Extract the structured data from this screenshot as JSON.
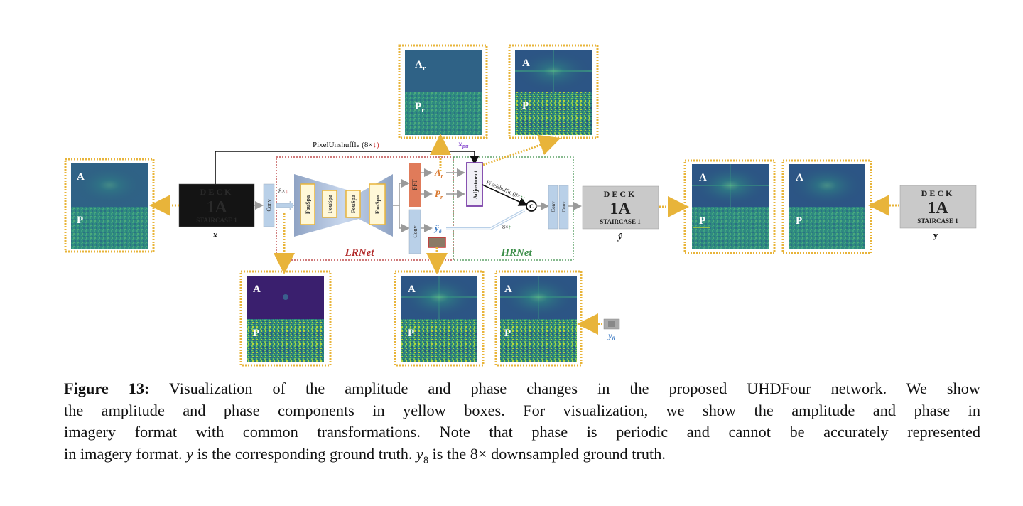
{
  "figure": {
    "labels": {
      "pixel_unshuffle": "PixelUnshuffle (8×",
      "pixel_unshuffle_arrow": "↓)",
      "x_pu": "x",
      "x_pu_sub": "pu",
      "down8": "8×",
      "down8_arrow": "↓",
      "up8": "8×",
      "up8_arrow": "↑",
      "pixelshuffle": "Pixelshuffle (8×",
      "pixelshuffle_arrow": "↑)",
      "conv": "Conv",
      "fouspa": "FouSpa",
      "fft": "FFT",
      "adjustment": "Adjustment",
      "concat": "C",
      "A_r": "A",
      "A_r_sub": "r",
      "P_r": "P",
      "P_r_sub": "r",
      "y8_hat": "ŷ",
      "y8_hat_sub": "8",
      "lrnet": "LRNet",
      "hrnet": "HRNet",
      "x_label": "x",
      "yhat_label": "ŷ",
      "y_label": "y",
      "y8_label": "y",
      "y8_label_sub": "8"
    },
    "sign_text": {
      "line1": "DECK",
      "line2": "1A",
      "line3": "STAIRCASE 1"
    },
    "spectrum_panels": [
      {
        "id": "input",
        "amp_label": "A",
        "phase_label": "P"
      },
      {
        "id": "after-downsample",
        "amp_label": "A",
        "phase_label": "P"
      },
      {
        "id": "reconstructed",
        "amp_label": "A",
        "phase_label": "P",
        "amp_sub": "r",
        "phase_sub": "r"
      },
      {
        "id": "pixel-unshuffle",
        "amp_label": "A",
        "phase_label": "P"
      },
      {
        "id": "lr-output",
        "amp_label": "A",
        "phase_label": "P"
      },
      {
        "id": "y8-ground-truth",
        "amp_label": "A",
        "phase_label": "P"
      },
      {
        "id": "output",
        "amp_label": "A",
        "phase_label": "P"
      },
      {
        "id": "ground-truth",
        "amp_label": "A",
        "phase_label": "P"
      }
    ],
    "colors": {
      "dotted_yellow": "#e8b43a",
      "lrnet_red": "#b22a2a",
      "hrnet_green": "#3d8f4a",
      "fft_orange": "#e07b5a",
      "conv_blue": "#b9d0e8",
      "adjust_purple": "#7a3fa8",
      "orange_text": "#d9782e",
      "blue_text": "#3a78c2",
      "purple_text": "#8a4fd0"
    }
  },
  "caption": {
    "label": "Figure 13:",
    "line1": "Visualization of the amplitude and phase changes in the proposed UHDFour network. We show",
    "line2": "the amplitude and phase components in yellow boxes. For visualization, we show the amplitude and phase in",
    "line3": "imagery format with common transformations. Note that phase is periodic and cannot be accurately represented",
    "line4a": "in imagery format.",
    "line4_y": "y",
    "line4b": "is the corresponding ground truth.",
    "line4_y8": "y",
    "line4_y8_sub": "8",
    "line4c": "is the 8× downsampled ground truth."
  }
}
